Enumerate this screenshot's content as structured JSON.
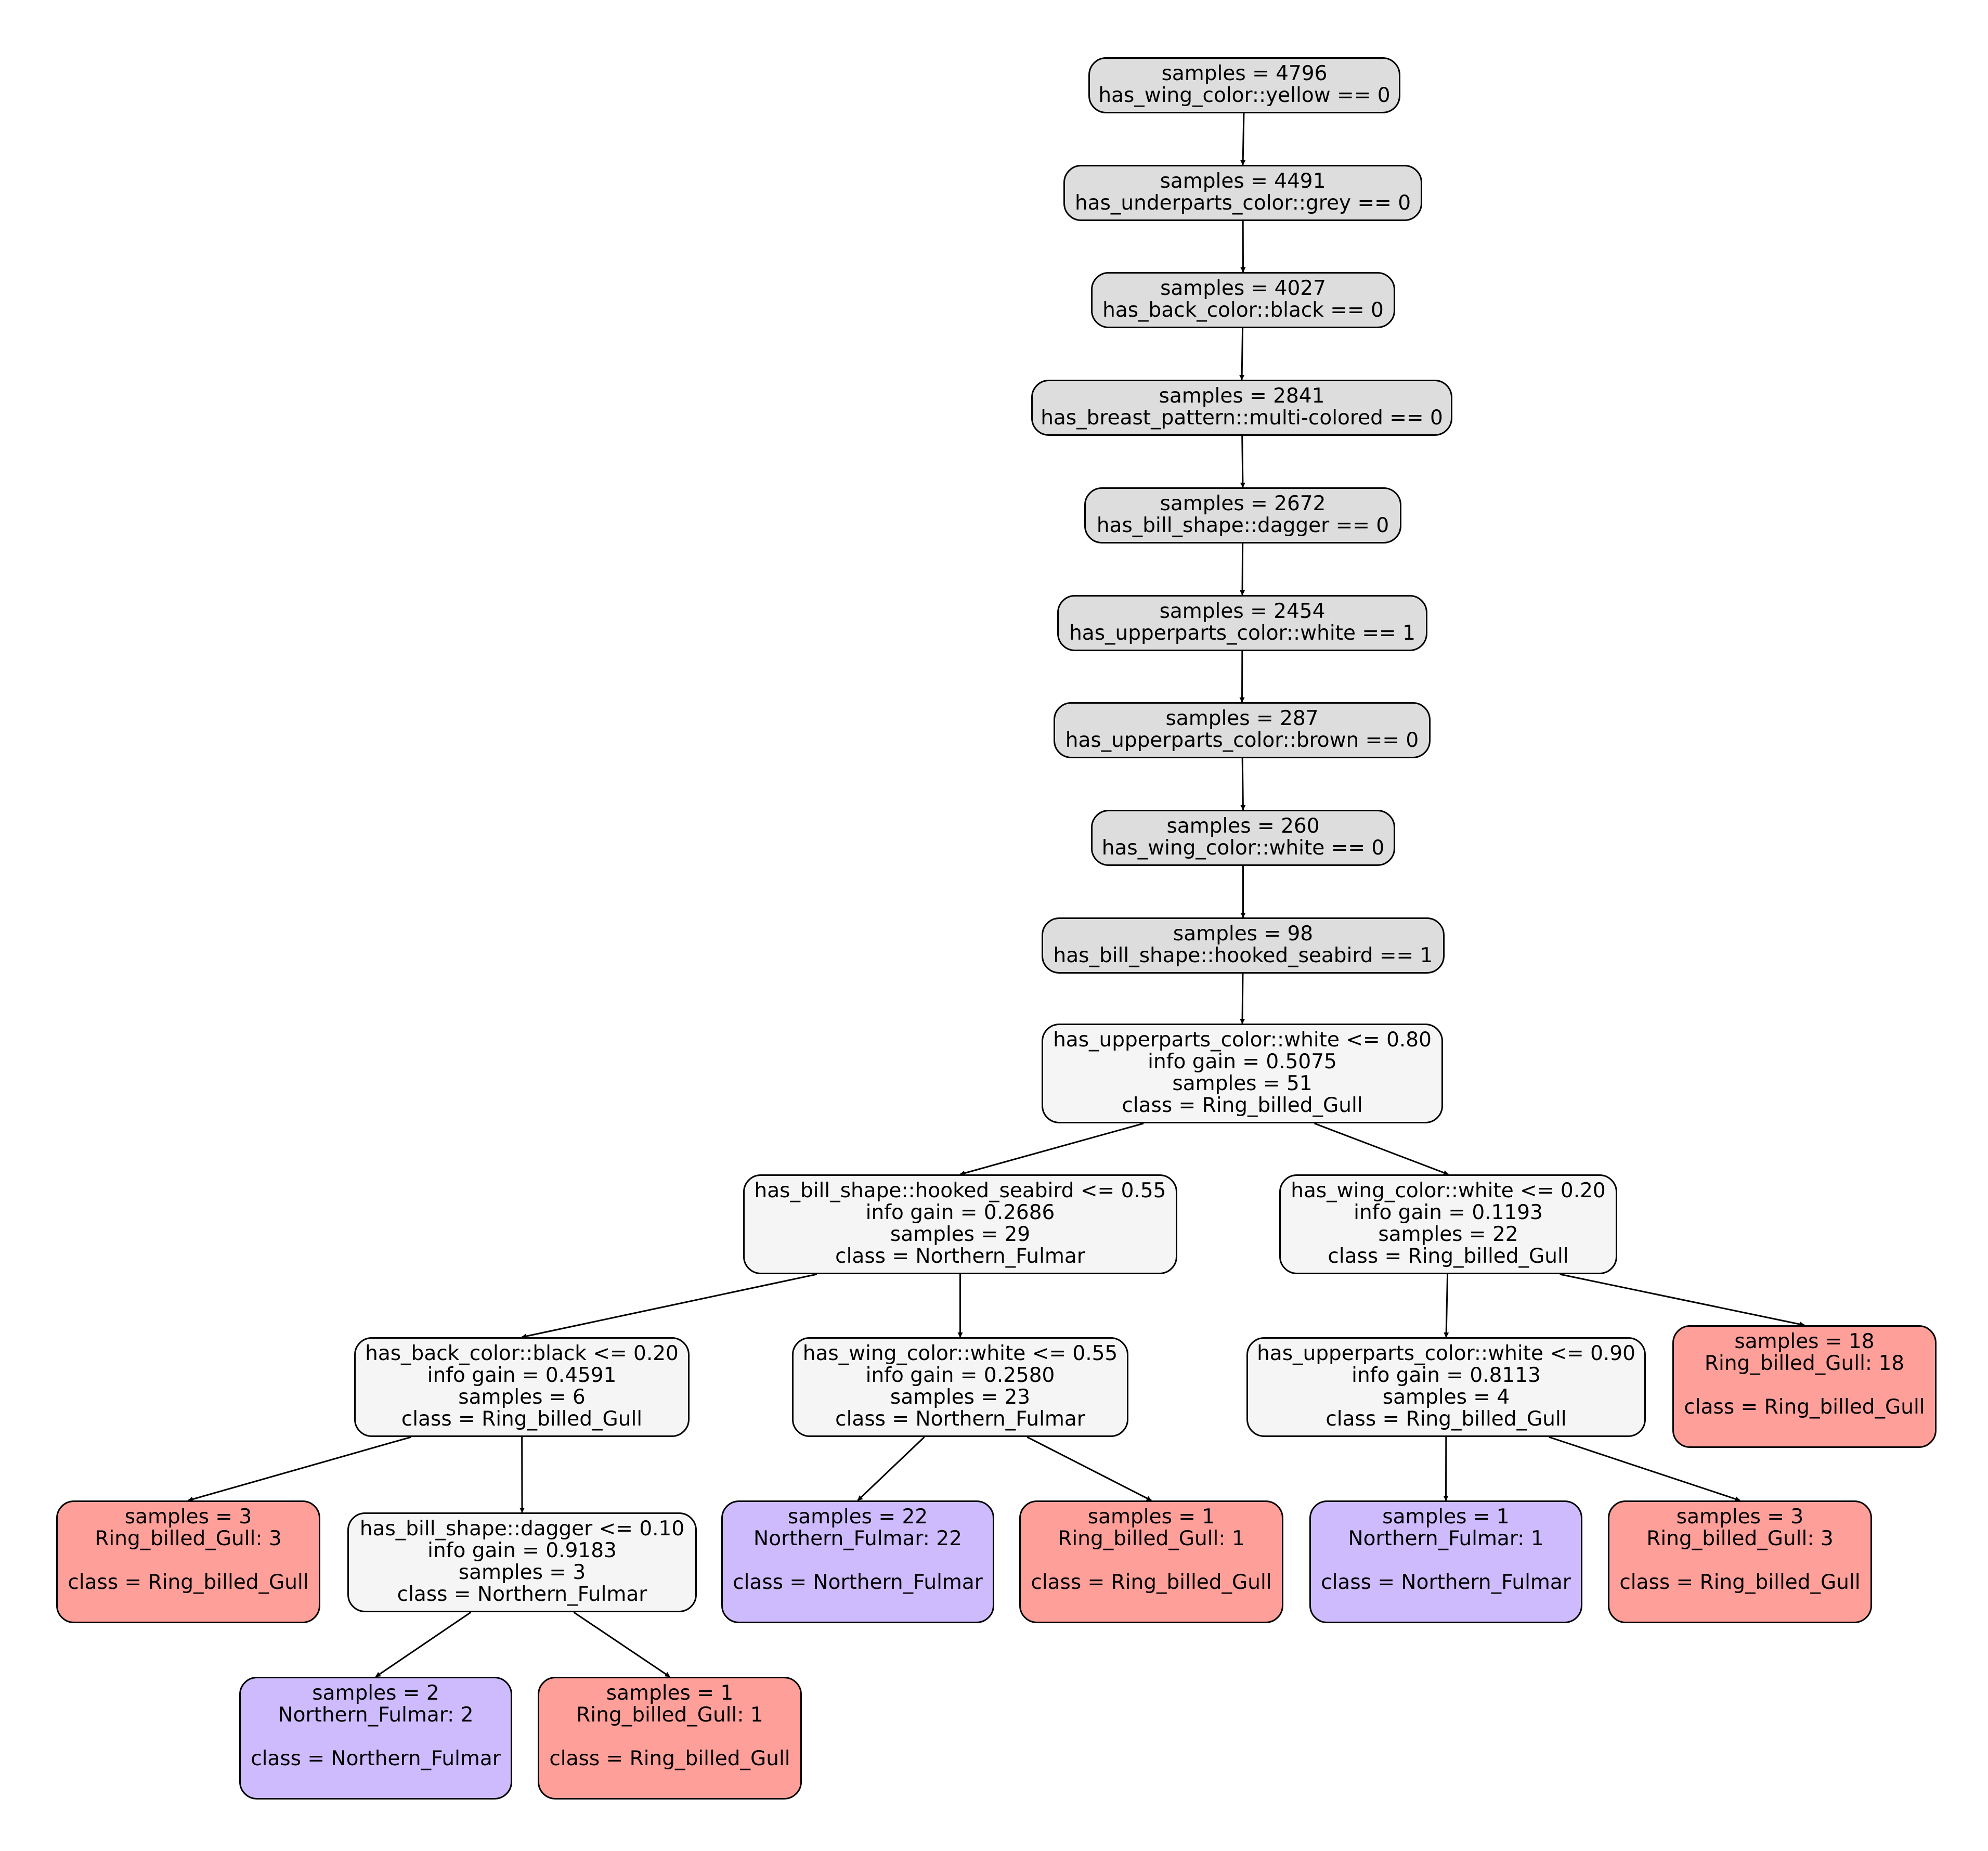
{
  "colors": {
    "split_fill": "#dddddd",
    "decision_fill": "#f5f5f5",
    "ring_billed_gull_fill": "#ff9f99",
    "northern_fulmar_fill": "#cdbbfe",
    "stroke": "#000000"
  },
  "nodes": {
    "n0": {
      "lines": [
        "samples = 4796",
        "has_wing_color::yellow == 0"
      ]
    },
    "n1": {
      "lines": [
        "samples = 4491",
        "has_underparts_color::grey == 0"
      ]
    },
    "n2": {
      "lines": [
        "samples = 4027",
        "has_back_color::black == 0"
      ]
    },
    "n3": {
      "lines": [
        "samples = 2841",
        "has_breast_pattern::multi-colored == 0"
      ]
    },
    "n4": {
      "lines": [
        "samples = 2672",
        "has_bill_shape::dagger == 0"
      ]
    },
    "n5": {
      "lines": [
        "samples = 2454",
        "has_upperparts_color::white == 1"
      ]
    },
    "n6": {
      "lines": [
        "samples = 287",
        "has_upperparts_color::brown == 0"
      ]
    },
    "n7": {
      "lines": [
        "samples = 260",
        "has_wing_color::white == 0"
      ]
    },
    "n8": {
      "lines": [
        "samples = 98",
        "has_bill_shape::hooked_seabird == 1"
      ]
    },
    "n9": {
      "lines": [
        "has_upperparts_color::white <= 0.80",
        "info gain = 0.5075",
        "samples = 51",
        "class = Ring_billed_Gull"
      ]
    },
    "n10": {
      "lines": [
        "has_bill_shape::hooked_seabird <= 0.55",
        "info gain = 0.2686",
        "samples = 29",
        "class = Northern_Fulmar"
      ]
    },
    "n11": {
      "lines": [
        "has_wing_color::white <= 0.20",
        "info gain = 0.1193",
        "samples = 22",
        "class = Ring_billed_Gull"
      ]
    },
    "n12": {
      "lines": [
        "has_back_color::black <= 0.20",
        "info gain = 0.4591",
        "samples = 6",
        "class = Ring_billed_Gull"
      ]
    },
    "n13": {
      "lines": [
        "has_wing_color::white <= 0.55",
        "info gain = 0.2580",
        "samples = 23",
        "class = Northern_Fulmar"
      ]
    },
    "n14": {
      "lines": [
        "has_upperparts_color::white <= 0.90",
        "info gain = 0.8113",
        "samples = 4",
        "class = Ring_billed_Gull"
      ]
    },
    "n15": {
      "lines": [
        "samples = 18",
        "Ring_billed_Gull: 18",
        "class = Ring_billed_Gull"
      ]
    },
    "n16": {
      "lines": [
        "samples = 3",
        "Ring_billed_Gull: 3",
        "class = Ring_billed_Gull"
      ]
    },
    "n17": {
      "lines": [
        "has_bill_shape::dagger <= 0.10",
        "info gain = 0.9183",
        "samples = 3",
        "class = Northern_Fulmar"
      ]
    },
    "n18": {
      "lines": [
        "samples = 22",
        "Northern_Fulmar: 22",
        "class = Northern_Fulmar"
      ]
    },
    "n19": {
      "lines": [
        "samples = 1",
        "Ring_billed_Gull: 1",
        "class = Ring_billed_Gull"
      ]
    },
    "n20": {
      "lines": [
        "samples = 1",
        "Northern_Fulmar: 1",
        "class = Northern_Fulmar"
      ]
    },
    "n21": {
      "lines": [
        "samples = 3",
        "Ring_billed_Gull: 3",
        "class = Ring_billed_Gull"
      ]
    },
    "n22": {
      "lines": [
        "samples = 2",
        "Northern_Fulmar: 2",
        "class = Northern_Fulmar"
      ]
    },
    "n23": {
      "lines": [
        "samples = 1",
        "Ring_billed_Gull: 1",
        "class = Ring_billed_Gull"
      ]
    }
  }
}
